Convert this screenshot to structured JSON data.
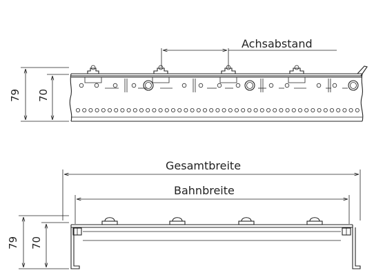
{
  "side_view": {
    "label_axle_spacing": "Achsabstand",
    "dim_total_height": "79",
    "dim_inner_height": "70"
  },
  "front_view": {
    "label_total_width": "Gesamtbreite",
    "label_track_width": "Bahnbreite",
    "dim_total_height": "79",
    "dim_inner_height": "70"
  }
}
